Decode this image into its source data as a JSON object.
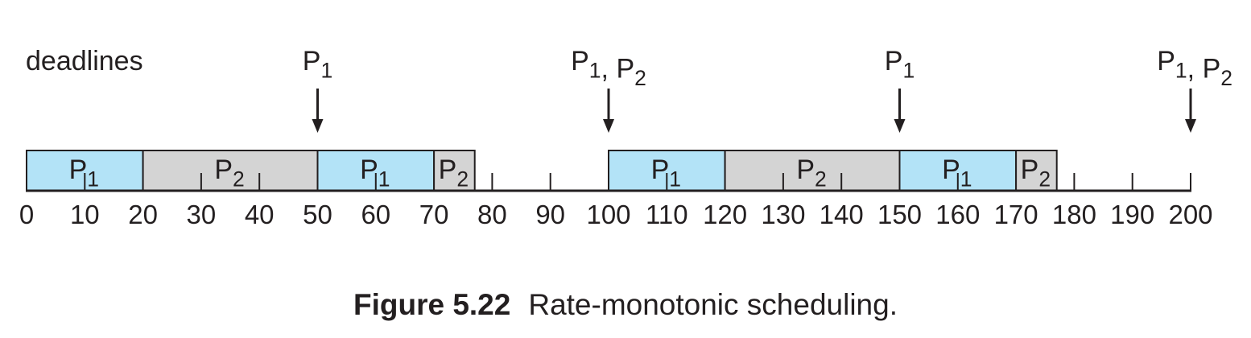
{
  "figure": {
    "number": "Figure 5.22",
    "title": "Rate-monotonic scheduling."
  },
  "diagram": {
    "deadlines_label": "deadlines",
    "colors": {
      "p1_fill": "#b3e3f7",
      "p2_fill": "#d4d4d4",
      "outline": "#231f20"
    },
    "axis": {
      "min": 0,
      "max": 200,
      "tick_labels": [
        "0",
        "10",
        "20",
        "30",
        "40",
        "50",
        "60",
        "70",
        "80",
        "90",
        "100",
        "110",
        "120",
        "130",
        "140",
        "150",
        "160",
        "170",
        "180",
        "190",
        "200"
      ]
    },
    "segments": [
      {
        "process": "P",
        "sub": "1",
        "start": 0,
        "end": 20,
        "color": "p1"
      },
      {
        "process": "P",
        "sub": "2",
        "start": 20,
        "end": 50,
        "color": "p2"
      },
      {
        "process": "P",
        "sub": "1",
        "start": 50,
        "end": 70,
        "color": "p1"
      },
      {
        "process": "P",
        "sub": "2",
        "start": 70,
        "end": 77,
        "color": "p2"
      },
      {
        "process": "P",
        "sub": "1",
        "start": 100,
        "end": 120,
        "color": "p1"
      },
      {
        "process": "P",
        "sub": "2",
        "start": 120,
        "end": 150,
        "color": "p2"
      },
      {
        "process": "P",
        "sub": "1",
        "start": 150,
        "end": 170,
        "color": "p1"
      },
      {
        "process": "P",
        "sub": "2",
        "start": 170,
        "end": 177,
        "color": "p2"
      }
    ],
    "deadline_markers": [
      {
        "time": 50,
        "label": [
          {
            "t": "P"
          },
          {
            "sub": "1"
          }
        ]
      },
      {
        "time": 100,
        "label": [
          {
            "t": "P"
          },
          {
            "sub": "1"
          },
          {
            "t": ", P"
          },
          {
            "sub": "2"
          }
        ]
      },
      {
        "time": 150,
        "label": [
          {
            "t": "P"
          },
          {
            "sub": "1"
          }
        ]
      },
      {
        "time": 200,
        "label": [
          {
            "t": "P"
          },
          {
            "sub": "1"
          },
          {
            "t": ", P"
          },
          {
            "sub": "2"
          }
        ]
      }
    ]
  }
}
